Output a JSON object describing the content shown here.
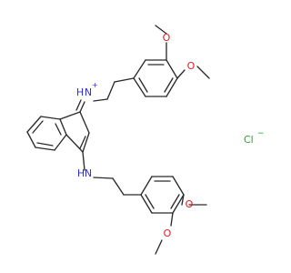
{
  "atoms": {
    "nh_plus_symbol": "N",
    "nh_plus_h": "H",
    "nh_plus_charge": "+",
    "nh_symbol": "N",
    "nh_h": "H",
    "o_symbol": "O",
    "cl_symbol": "Cl",
    "cl_charge": "−"
  },
  "colors": {
    "bond": "#2b2b2b",
    "nitrogen": "#2f2fe0",
    "oxygen": "#e11d1d",
    "chlorine": "#2ca02c"
  }
}
